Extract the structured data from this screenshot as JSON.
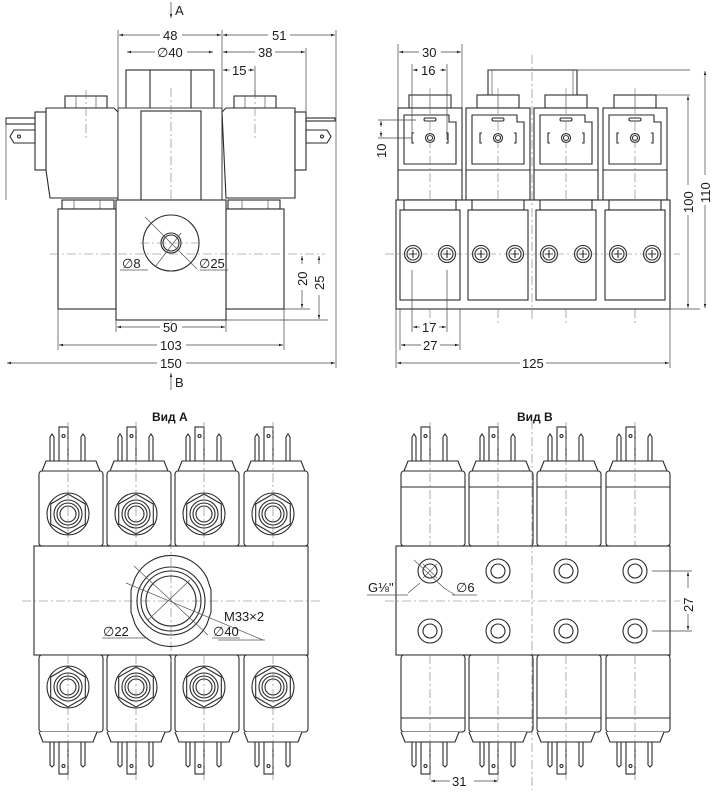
{
  "drawing": {
    "title": "Solenoid valve manifold — dimensional drawing",
    "line_color": "#2a2a2a",
    "background": "#ffffff"
  },
  "front_view": {
    "view_arrow_top": "A",
    "view_arrow_bottom": "B",
    "dims": {
      "d48": "48",
      "d40": "∅40",
      "d51": "51",
      "d38": "38",
      "d15": "15",
      "d8": "∅8",
      "d25dia": "∅25",
      "d20": "20",
      "d25": "25",
      "d50": "50",
      "d103": "103",
      "d150": "150"
    }
  },
  "side_view": {
    "dims": {
      "d30": "30",
      "d16": "16",
      "d10": "10",
      "d100": "100",
      "d110": "110",
      "d17": "17",
      "d27": "27",
      "d125": "125"
    }
  },
  "view_a": {
    "title": "Вид A",
    "dims": {
      "thread": "M33×2",
      "d22": "∅22",
      "d40": "∅40"
    }
  },
  "view_b": {
    "title": "Вид B",
    "dims": {
      "port": "G⅛\"",
      "d6": "∅6",
      "d27": "27",
      "d31": "31"
    }
  }
}
